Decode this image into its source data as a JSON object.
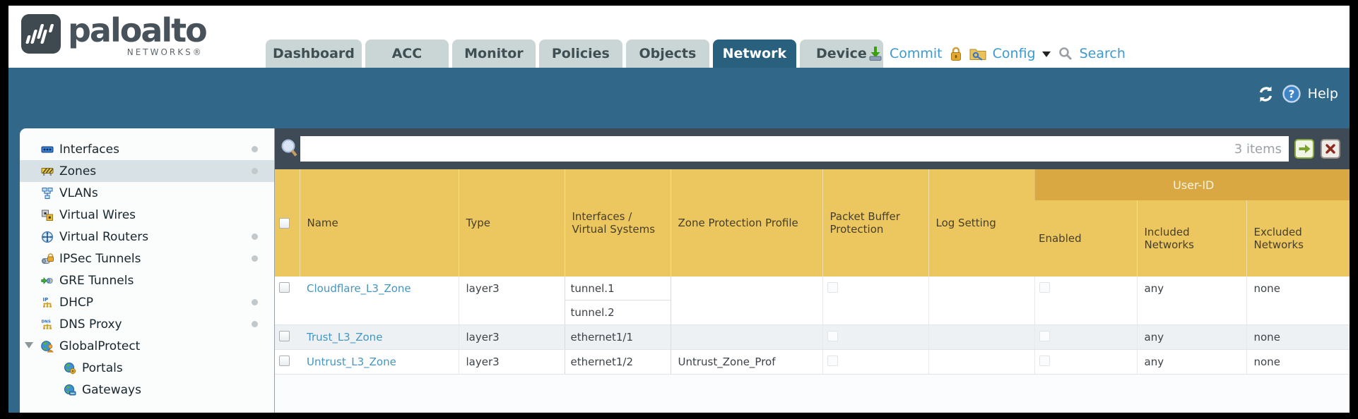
{
  "brand": {
    "logo_text": "paloalto",
    "logo_sub": "NETWORKS®"
  },
  "colors": {
    "teal_band": "#31688a",
    "active_tab": "#29607e",
    "header_gold": "#ecc760",
    "userid_band_gold": "#d9a843",
    "link_blue": "#4596bf",
    "action_blue": "#3d9ad1",
    "dark_strip": "#3e4a55"
  },
  "tabs": [
    {
      "label": "Dashboard",
      "active": false
    },
    {
      "label": "ACC",
      "active": false
    },
    {
      "label": "Monitor",
      "active": false
    },
    {
      "label": "Policies",
      "active": false
    },
    {
      "label": "Objects",
      "active": false
    },
    {
      "label": "Network",
      "active": true
    },
    {
      "label": "Device",
      "active": false
    }
  ],
  "topbar": {
    "commit_label": "Commit",
    "config_label": "Config",
    "search_label": "Search"
  },
  "teal_tools": {
    "help_label": "Help"
  },
  "filterbar": {
    "value": "",
    "count_label": "3 items"
  },
  "sidebar": {
    "items": [
      {
        "label": "Interfaces",
        "icon": "interfaces-icon",
        "has_status_dot": true,
        "selected": false
      },
      {
        "label": "Zones",
        "icon": "zones-icon",
        "has_status_dot": true,
        "selected": true
      },
      {
        "label": "VLANs",
        "icon": "vlans-icon",
        "has_status_dot": false,
        "selected": false
      },
      {
        "label": "Virtual Wires",
        "icon": "virtual-wires-icon",
        "has_status_dot": false,
        "selected": false
      },
      {
        "label": "Virtual Routers",
        "icon": "virtual-routers-icon",
        "has_status_dot": true,
        "selected": false
      },
      {
        "label": "IPSec Tunnels",
        "icon": "ipsec-tunnels-icon",
        "has_status_dot": true,
        "selected": false
      },
      {
        "label": "GRE Tunnels",
        "icon": "gre-tunnels-icon",
        "has_status_dot": false,
        "selected": false
      },
      {
        "label": "DHCP",
        "icon": "dhcp-icon",
        "has_status_dot": true,
        "selected": false
      },
      {
        "label": "DNS Proxy",
        "icon": "dns-proxy-icon",
        "has_status_dot": true,
        "selected": false
      },
      {
        "label": "GlobalProtect",
        "icon": "globalprotect-icon",
        "has_status_dot": false,
        "selected": false,
        "expanded": true
      },
      {
        "label": "Portals",
        "icon": "portals-icon",
        "has_status_dot": false,
        "selected": false,
        "child": true
      },
      {
        "label": "Gateways",
        "icon": "gateways-icon",
        "has_status_dot": false,
        "selected": false,
        "child": true
      }
    ]
  },
  "table": {
    "group_header": "User-ID",
    "columns": [
      "Name",
      "Type",
      "Interfaces / Virtual Systems",
      "Zone Protection Profile",
      "Packet Buffer Protection",
      "Log Setting",
      "Enabled",
      "Included Networks",
      "Excluded Networks"
    ],
    "rows": [
      {
        "name": "Cloudflare_L3_Zone",
        "type": "layer3",
        "interfaces": [
          "tunnel.1",
          "tunnel.2"
        ],
        "zone_protection_profile": "",
        "packet_buffer_protection_checked": false,
        "log_setting": "",
        "user_id_enabled_checked": false,
        "included_networks": "any",
        "excluded_networks": "none"
      },
      {
        "name": "Trust_L3_Zone",
        "type": "layer3",
        "interfaces": [
          "ethernet1/1"
        ],
        "zone_protection_profile": "",
        "packet_buffer_protection_checked": false,
        "log_setting": "",
        "user_id_enabled_checked": false,
        "included_networks": "any",
        "excluded_networks": "none"
      },
      {
        "name": "Untrust_L3_Zone",
        "type": "layer3",
        "interfaces": [
          "ethernet1/2"
        ],
        "zone_protection_profile": "Untrust_Zone_Prof",
        "packet_buffer_protection_checked": false,
        "log_setting": "",
        "user_id_enabled_checked": false,
        "included_networks": "any",
        "excluded_networks": "none"
      }
    ]
  }
}
